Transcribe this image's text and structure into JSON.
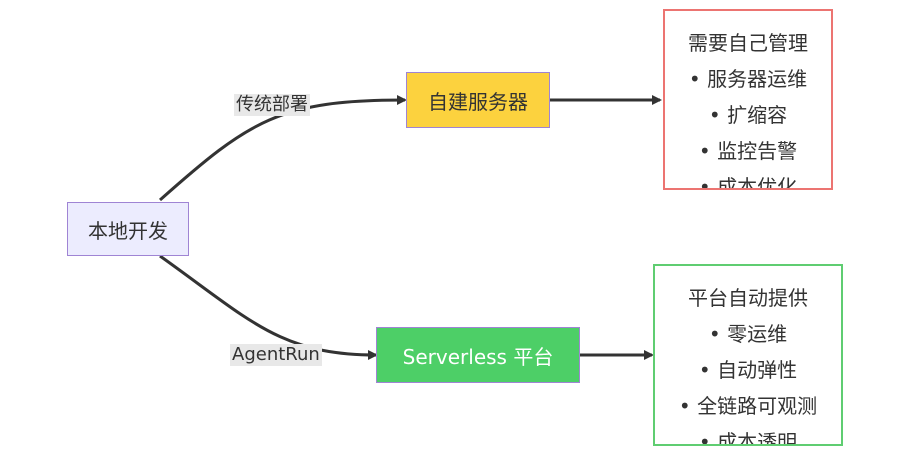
{
  "diagram": {
    "source": {
      "label": "本地开发"
    },
    "paths": [
      {
        "edge_label": "传统部署",
        "target_label": "自建服务器",
        "target_color": "#fcd23e",
        "result_title": "需要自己管理",
        "result_items": [
          "服务器运维",
          "扩缩容",
          "监控告警",
          "成本优化"
        ],
        "result_border": "#ec7471"
      },
      {
        "edge_label": "AgentRun",
        "target_label": "Serverless 平台",
        "target_color": "#4dcf67",
        "result_title": "平台自动提供",
        "result_items": [
          "零运维",
          "自动弹性",
          "全链路可观测",
          "成本透明"
        ],
        "result_border": "#5fcd71"
      }
    ],
    "colors": {
      "source_fill": "#ececfe",
      "node_border": "#9f84d4",
      "edge": "#333333"
    }
  }
}
